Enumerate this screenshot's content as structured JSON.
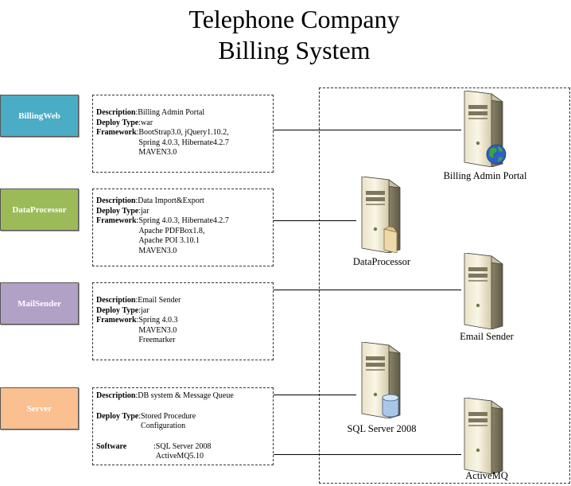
{
  "title": {
    "line1": "Telephone Company",
    "line2": "Billing System"
  },
  "colors": {
    "billingweb": "#4bacc6",
    "dataprocessor": "#9bbb59",
    "mailsender": "#b2a1c7",
    "server": "#fac090"
  },
  "components": [
    {
      "name": "BillingWeb",
      "fields": [
        {
          "label": "Description",
          "sep": " : ",
          "value": "Billing Admin Portal"
        },
        {
          "label": "Deploy Type",
          "sep": " : ",
          "value": "war"
        },
        {
          "label": "Framework",
          "sep": " : ",
          "value": "BootStrap3.0, jQuery1.10.2,\nSpring 4.0.3, Hibernate4.2.7\nMAVEN3.0"
        }
      ]
    },
    {
      "name": "DataProcessor",
      "fields": [
        {
          "label": "Description",
          "sep": " : ",
          "value": "Data Import&Export"
        },
        {
          "label": "Deploy Type",
          "sep": " : ",
          "value": "jar"
        },
        {
          "label": "Framework",
          "sep": " : ",
          "value": "Spring 4.0.3, Hibernate4.2.7\nApache PDFBox1.8,\nApache POI 3.10.1\nMAVEN3.0"
        }
      ]
    },
    {
      "name": "MailSender",
      "fields": [
        {
          "label": "Description",
          "sep": " : ",
          "value": "Email Sender"
        },
        {
          "label": "Deploy Type",
          "sep": " : ",
          "value": "jar"
        },
        {
          "label": "Framework",
          "sep": " : ",
          "value": "Spring 4.0.3\nMAVEN3.0\nFreemarker"
        }
      ]
    },
    {
      "name": "Server",
      "fields": [
        {
          "label": "Description",
          "sep": " : ",
          "value": "DB system & Message Queue"
        },
        {
          "label": "Deploy Type",
          "sep": " : ",
          "value": "Stored Procedure\nConfiguration"
        },
        {
          "label": "Software",
          "sep": " : ",
          "value": "SQL Server 2008\nActiveMQ5.10"
        }
      ]
    }
  ],
  "servers": {
    "billing_admin_portal": "Billing Admin Portal",
    "dataprocessor": "DataProcessor",
    "email_sender": "Email Sender",
    "sql_server": "SQL Server 2008",
    "activemq": "ActiveMQ"
  }
}
